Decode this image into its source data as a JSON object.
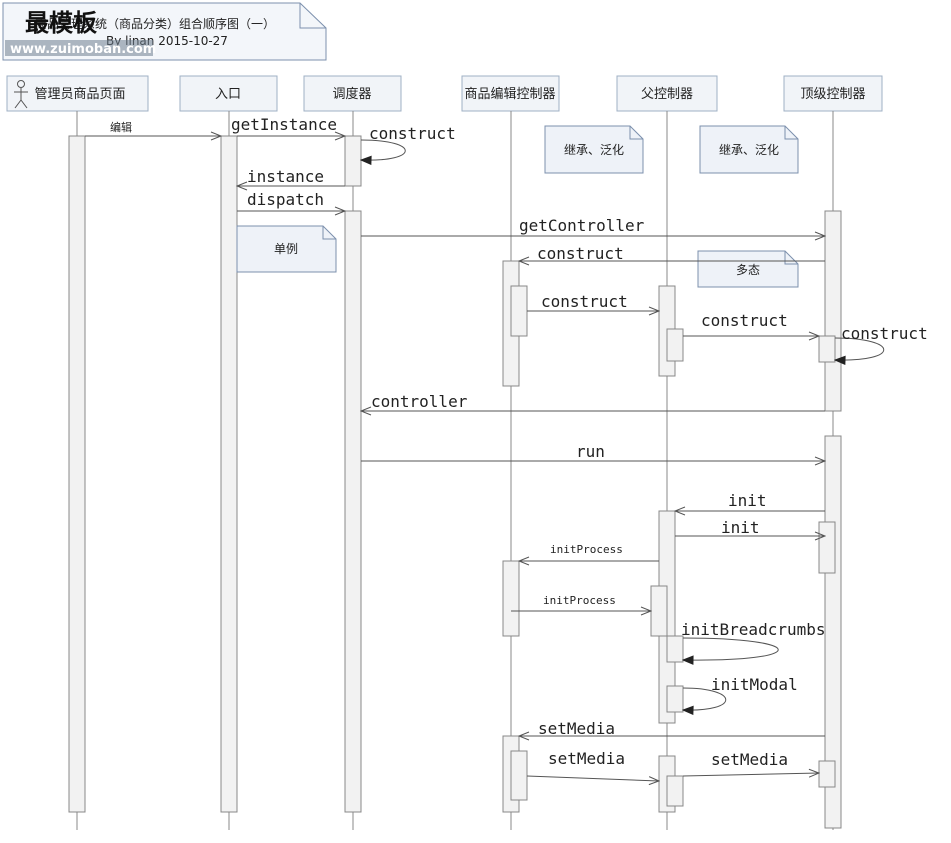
{
  "title": {
    "text": "商品管理系统（商品分类）组合顺序图（一）",
    "author": "By linan  2015-10-27"
  },
  "watermark": {
    "text": "最模板",
    "url": "www.zuimoban.com"
  },
  "colors": {
    "header_fill": "#f1f4f8",
    "header_stroke": "#9fb0c4",
    "note_fill": "#eef2f8",
    "note_stroke": "#7c90ad",
    "line": "#555555",
    "lifeline": "#888888",
    "bar_fill": "#f2f2f2",
    "bar_stroke": "#888888",
    "instance_text": "#7a2222"
  },
  "participants": [
    {
      "id": "admin",
      "label": "管理员商品页面",
      "actor": true
    },
    {
      "id": "entry",
      "label": "入口"
    },
    {
      "id": "dispatcher",
      "label": "调度器"
    },
    {
      "id": "goods_edit",
      "label": "商品编辑控制器"
    },
    {
      "id": "parent",
      "label": "父控制器"
    },
    {
      "id": "top",
      "label": "顶级控制器"
    }
  ],
  "notes": [
    {
      "id": "note-inherit-1",
      "text": "继承、泛化"
    },
    {
      "id": "note-inherit-2",
      "text": "继承、泛化"
    },
    {
      "id": "note-singleton",
      "text": "单例"
    },
    {
      "id": "note-polymorphism",
      "text": "多态"
    }
  ],
  "messages": [
    {
      "id": "m-edit",
      "label": "编辑",
      "from": "admin",
      "to": "entry"
    },
    {
      "id": "m-getinstance",
      "label": "getInstance",
      "from": "entry",
      "to": "dispatcher"
    },
    {
      "id": "m-construct-self-dispatcher",
      "label": "construct",
      "from": "dispatcher",
      "to": "dispatcher"
    },
    {
      "id": "m-instance",
      "label": "instance",
      "from": "dispatcher",
      "to": "entry",
      "return": true
    },
    {
      "id": "m-dispatch",
      "label": "dispatch",
      "from": "entry",
      "to": "dispatcher"
    },
    {
      "id": "m-getcontroller",
      "label": "getController",
      "from": "dispatcher",
      "to": "top"
    },
    {
      "id": "m-construct-goods",
      "label": "construct",
      "from": "top",
      "to": "goods_edit"
    },
    {
      "id": "m-construct-parent",
      "label": "construct",
      "from": "goods_edit",
      "to": "parent"
    },
    {
      "id": "m-construct-top",
      "label": "construct",
      "from": "parent",
      "to": "top"
    },
    {
      "id": "m-construct-self-top",
      "label": "construct",
      "from": "top",
      "to": "top"
    },
    {
      "id": "m-controller",
      "label": "controller",
      "from": "top",
      "to": "dispatcher",
      "return": true
    },
    {
      "id": "m-run",
      "label": "run",
      "from": "dispatcher",
      "to": "top"
    },
    {
      "id": "m-init-1",
      "label": "init",
      "from": "top",
      "to": "parent"
    },
    {
      "id": "m-init-2",
      "label": "init",
      "from": "parent",
      "to": "top"
    },
    {
      "id": "m-initprocess-1",
      "label": "initProcess",
      "from": "parent",
      "to": "goods_edit"
    },
    {
      "id": "m-initprocess-2",
      "label": "initProcess",
      "from": "goods_edit",
      "to": "parent"
    },
    {
      "id": "m-initbreadcrumbs",
      "label": "initBreadcrumbs",
      "from": "parent",
      "to": "parent"
    },
    {
      "id": "m-initmodal",
      "label": "initModal",
      "from": "parent",
      "to": "parent"
    },
    {
      "id": "m-setmedia-1",
      "label": "setMedia",
      "from": "top",
      "to": "goods_edit"
    },
    {
      "id": "m-setmedia-2",
      "label": "setMedia",
      "from": "goods_edit",
      "to": "parent"
    },
    {
      "id": "m-setmedia-3",
      "label": "setMedia",
      "from": "parent",
      "to": "top"
    }
  ]
}
